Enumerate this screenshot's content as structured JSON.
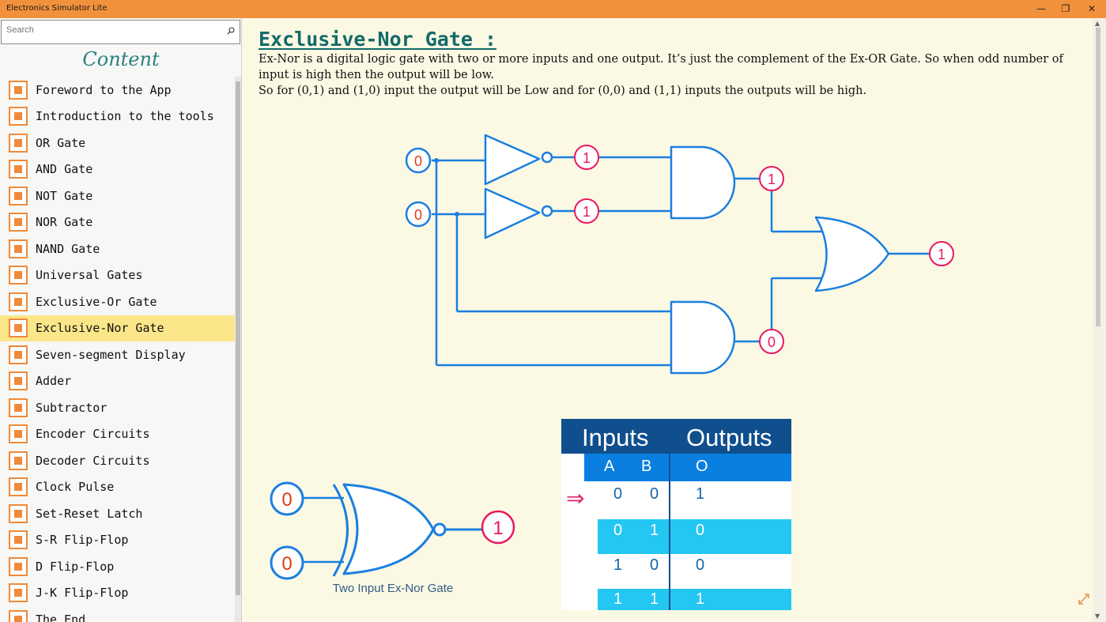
{
  "window": {
    "title": "Electronics Simulator Lite"
  },
  "sidebar": {
    "search_placeholder": "Search",
    "heading": "Content",
    "items": [
      {
        "label": "Foreword to the App"
      },
      {
        "label": "Introduction to the tools"
      },
      {
        "label": "OR Gate"
      },
      {
        "label": "AND Gate"
      },
      {
        "label": "NOT Gate"
      },
      {
        "label": "NOR Gate"
      },
      {
        "label": "NAND Gate"
      },
      {
        "label": "Universal Gates"
      },
      {
        "label": "Exclusive-Or Gate"
      },
      {
        "label": "Exclusive-Nor Gate"
      },
      {
        "label": "Seven-segment Display"
      },
      {
        "label": "Adder"
      },
      {
        "label": "Subtractor"
      },
      {
        "label": "Encoder Circuits"
      },
      {
        "label": "Decoder Circuits"
      },
      {
        "label": "Clock Pulse"
      },
      {
        "label": "Set-Reset Latch"
      },
      {
        "label": "S-R Flip-Flop"
      },
      {
        "label": "D Flip-Flop"
      },
      {
        "label": "J-K Flip-Flop"
      },
      {
        "label": "The End"
      }
    ],
    "selected_index": 9
  },
  "main": {
    "title": "Exclusive-Nor Gate :",
    "description": [
      "Ex-Nor is a digital logic gate with two or more inputs and one output. It’s just the complement of the Ex-OR Gate. So when odd number of input is high then the output will be low.",
      "So for (0,1) and (1,0) input the output will be Low and for (0,0) and (1,1) inputs the outputs will be high."
    ]
  },
  "circuit": {
    "input_a": "0",
    "input_b": "0",
    "not_a_out": "1",
    "not_b_out": "1",
    "and_top_out": "1",
    "and_bottom_out": "0",
    "or_out": "1",
    "colors": {
      "wire": "#1a7fe0",
      "input": "#e03b1a",
      "output": "#e8185e"
    }
  },
  "xnor_symbol": {
    "input_a": "0",
    "input_b": "0",
    "output": "1",
    "caption": "Two Input Ex-Nor Gate"
  },
  "truth_table": {
    "header_inputs": "Inputs",
    "header_outputs": "Outputs",
    "col_a": "A",
    "col_b": "B",
    "col_o": "O",
    "rows": [
      {
        "a": "0",
        "b": "0",
        "o": "1"
      },
      {
        "a": "0",
        "b": "1",
        "o": "0"
      },
      {
        "a": "1",
        "b": "0",
        "o": "0"
      },
      {
        "a": "1",
        "b": "1",
        "o": "1"
      }
    ],
    "current_row_arrow": "⇒"
  }
}
